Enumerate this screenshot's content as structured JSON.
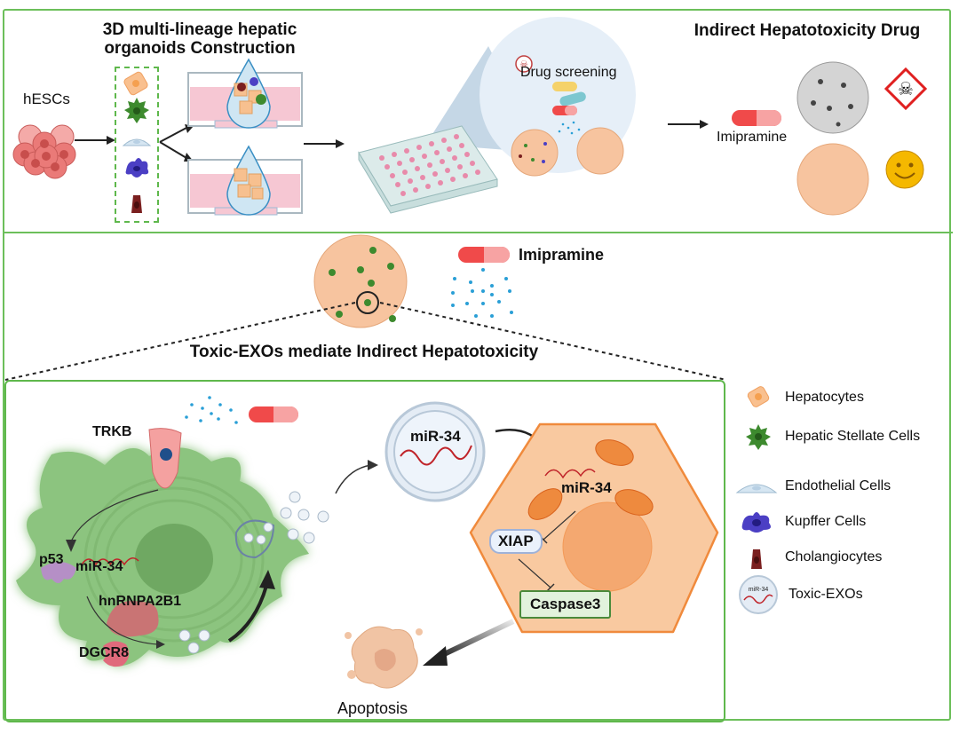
{
  "top_panel": {
    "construction_title_line1": "3D multi-lineage hepatic",
    "construction_title_line2": "organoids Construction",
    "source_label": "hESCs",
    "screening_label": "Drug screening",
    "result_title": "Indirect Hepatotoxicity Drug",
    "drug_label": "Imipramine",
    "outcomes": [
      {
        "name": "toxic-organoid",
        "icon": "skull-crossbones-warning-icon"
      },
      {
        "name": "healthy-organoid",
        "icon": "smiley-face-icon"
      }
    ]
  },
  "middle_panel": {
    "drug_label": "Imipramine",
    "mechanism_title": "Toxic-EXOs mediate Indirect Hepatotoxicity"
  },
  "mechanism_panel": {
    "receptor_label": "TRKB",
    "p53_label": "p53",
    "mirna_label": "miR-34",
    "hnrnp_label": "hnRNPA2B1",
    "dgcr8_label": "DGCR8",
    "exosome_mirna_label": "miR-34",
    "target_mirna_label": "miR-34",
    "xiap_label": "XIAP",
    "caspase_label": "Caspase3",
    "apoptosis_label": "Apoptosis"
  },
  "legend": {
    "items": [
      {
        "label": "Hepatocytes",
        "icon": "hepatocyte-icon"
      },
      {
        "label": "Hepatic Stellate Cells",
        "icon": "stellate-cell-icon"
      },
      {
        "label": "Endothelial Cells",
        "icon": "endothelial-cell-icon"
      },
      {
        "label": "Kupffer Cells",
        "icon": "kupffer-cell-icon"
      },
      {
        "label": "Cholangiocytes",
        "icon": "cholangiocyte-icon"
      },
      {
        "label": "Toxic-EXOs",
        "icon": "exosome-icon",
        "icon_text": "miR-34"
      }
    ]
  },
  "colors": {
    "panel_border": "#6cbf5a",
    "organoid": "#f7c49f",
    "stellate": "#3d8a2e",
    "kupffer": "#4b3fc4",
    "cholangiocyte": "#7a1f1f",
    "endothelial": "#d6e6f2",
    "pill_red": "#f04a4a",
    "pill_pink": "#f7a3a3",
    "drug_dots": "#2a9fd6",
    "mirna": "#c0242a",
    "caspase_fill": "#e2f2dc",
    "caspase_border": "#4a8a3a",
    "xiap_fill": "#eaf1fb",
    "hepatocyte_cell": "#f9c9a0",
    "hepatocyte_border": "#f08a3c"
  }
}
